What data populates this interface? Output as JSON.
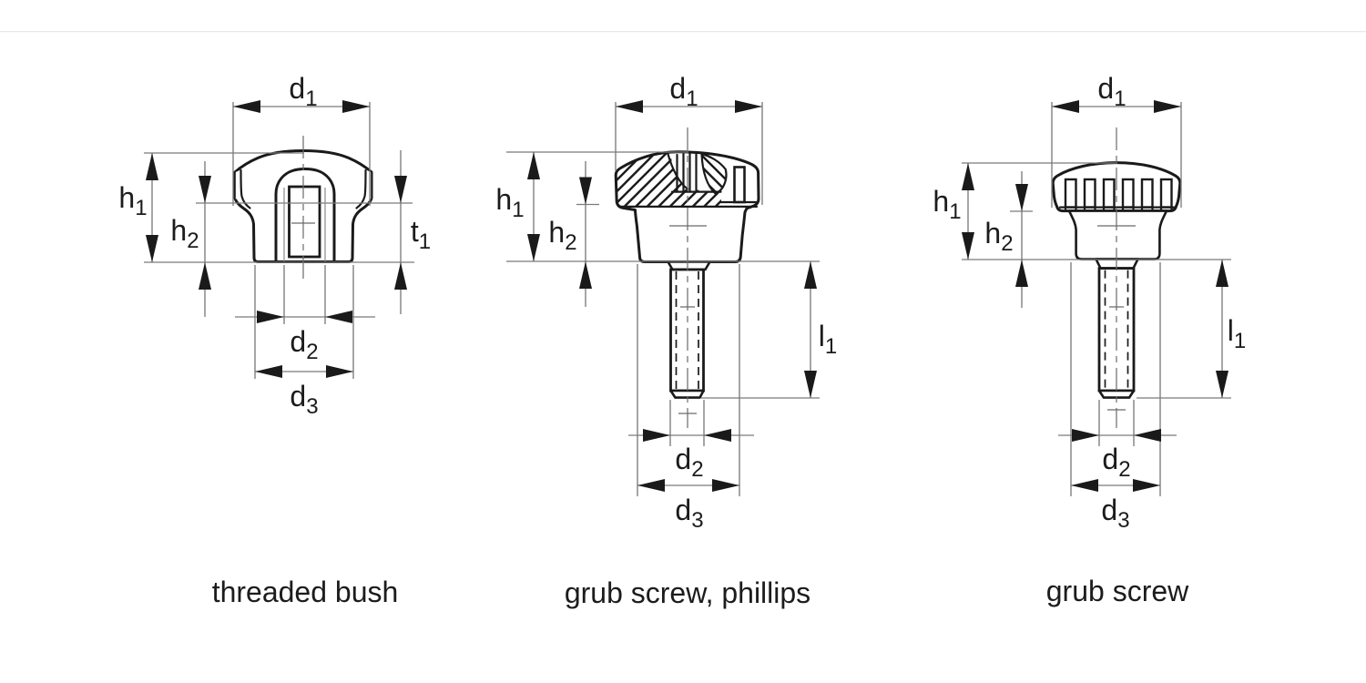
{
  "page": {
    "background": "#ffffff",
    "top_divider_color": "#e8e8e8",
    "line_color": "#1a1a1a",
    "thin_line_color": "#7b7b7b"
  },
  "figure": {
    "drawings": [
      {
        "name": "threaded-bush",
        "caption": "threaded bush",
        "labels": {
          "d1": {
            "base": "d",
            "sub": "1"
          },
          "h1": {
            "base": "h",
            "sub": "1"
          },
          "h2": {
            "base": "h",
            "sub": "2"
          },
          "t1": {
            "base": "t",
            "sub": "1"
          },
          "d2": {
            "base": "d",
            "sub": "2"
          },
          "d3": {
            "base": "d",
            "sub": "3"
          }
        }
      },
      {
        "name": "grub-screw-phillips",
        "caption": "grub screw, phillips",
        "labels": {
          "d1": {
            "base": "d",
            "sub": "1"
          },
          "h1": {
            "base": "h",
            "sub": "1"
          },
          "h2": {
            "base": "h",
            "sub": "2"
          },
          "l1": {
            "base": "l",
            "sub": "1"
          },
          "d2": {
            "base": "d",
            "sub": "2"
          },
          "d3": {
            "base": "d",
            "sub": "3"
          }
        }
      },
      {
        "name": "grub-screw",
        "caption": "grub screw",
        "labels": {
          "d1": {
            "base": "d",
            "sub": "1"
          },
          "h1": {
            "base": "h",
            "sub": "1"
          },
          "h2": {
            "base": "h",
            "sub": "2"
          },
          "l1": {
            "base": "l",
            "sub": "1"
          },
          "d2": {
            "base": "d",
            "sub": "2"
          },
          "d3": {
            "base": "d",
            "sub": "3"
          }
        }
      }
    ]
  }
}
